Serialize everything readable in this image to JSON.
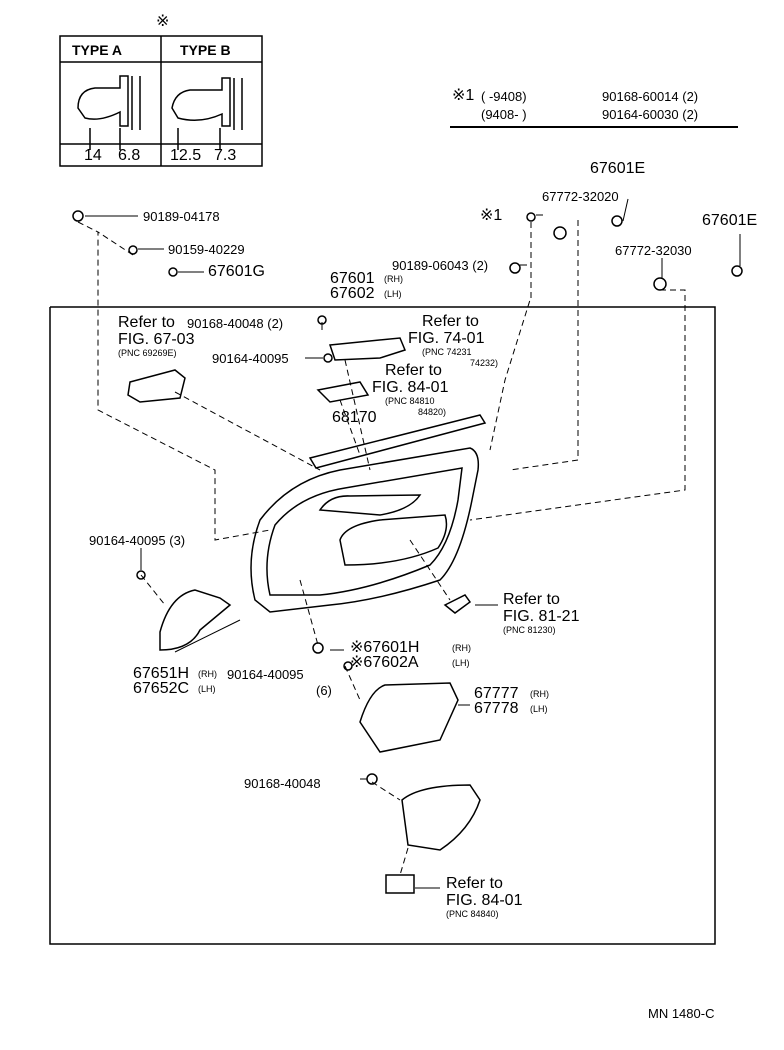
{
  "note_symbol": "※",
  "type_table": {
    "headers": [
      "TYPE A",
      "TYPE B"
    ],
    "dims_a": [
      "14",
      "6.8"
    ],
    "dims_b": [
      "12.5",
      "7.3"
    ]
  },
  "variant_note": {
    "row1": {
      "marker": "※1",
      "range": "(      -9408)",
      "part": "90168-60014 (2)"
    },
    "row2": {
      "range": "(9408-      )",
      "part": "90164-60030 (2)"
    }
  },
  "parts": {
    "p90189_04178": "90189-04178",
    "p90159_40229": "90159-40229",
    "p67601G": "67601G",
    "p67601_rh": "67601",
    "p67602_lh": "67602",
    "rh": "(RH)",
    "lh": "(LH)",
    "p67601E_a": "67601E",
    "p67772_32020": "67772-32020",
    "marker1": "※1",
    "p90189_06043": "90189-06043 (2)",
    "p67601E_b": "67601E",
    "p67772_32030": "67772-32030",
    "ref_6703_a": "Refer to",
    "ref_6703_pre": "90168-40048 (2)",
    "ref_6703_fig": "FIG. 67-03",
    "ref_6703_pnc": "(PNC 69269E)",
    "ref_7401_a": "Refer to",
    "ref_7401_fig": "FIG. 74-01",
    "ref_7401_pnc1": "(PNC 74231",
    "ref_7401_pnc2": "74232)",
    "p90164_40095_a": "90164-40095",
    "ref_8401_a": "Refer to",
    "ref_8401_fig": "FIG. 84-01",
    "ref_8401_pnc1": "(PNC 84810",
    "ref_8401_pnc2": "84820)",
    "p68170": "68170",
    "p90164_40095_3": "90164-40095 (3)",
    "ref_8121_a": "Refer to",
    "ref_8121_fig": "FIG. 81-21",
    "ref_8121_pnc": "(PNC 81230)",
    "p67601H": "※67601H",
    "p67602A": "※67602A",
    "p67651H": "67651H",
    "p67652C": "67652C",
    "p90164_40095_6": "90164-40095",
    "qty6": "(6)",
    "p67777": "67777",
    "p67778": "67778",
    "p90168_40048": "90168-40048",
    "ref_8401b_a": "Refer to",
    "ref_8401b_fig": "FIG. 84-01",
    "ref_8401b_pnc": "(PNC 84840)"
  },
  "footer": "MN  1480-C"
}
